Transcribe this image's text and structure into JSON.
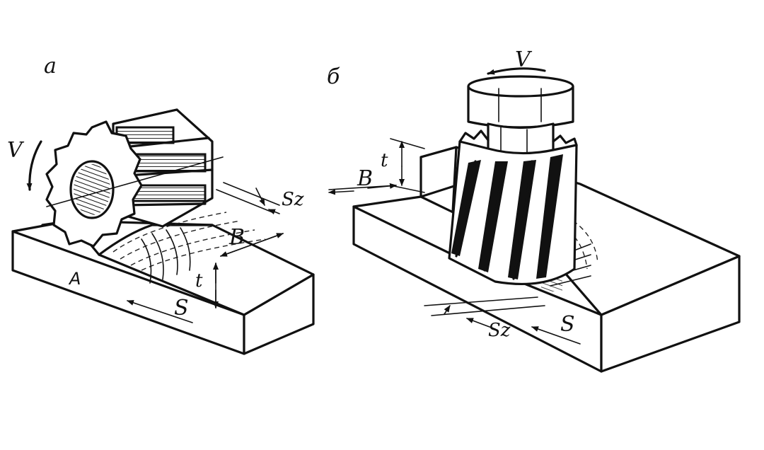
{
  "panels": [
    {
      "id": "a",
      "letter": "а",
      "labels": {
        "V": "V",
        "Sz": "Sz",
        "B": "B",
        "t": "t",
        "A": "A",
        "S": "S"
      }
    },
    {
      "id": "b",
      "letter": "б",
      "labels": {
        "V": "V",
        "t": "t",
        "B": "B",
        "Sz": "Sz",
        "S": "S"
      }
    }
  ],
  "colors": {
    "ink": "#111111",
    "paper": "#ffffff"
  }
}
